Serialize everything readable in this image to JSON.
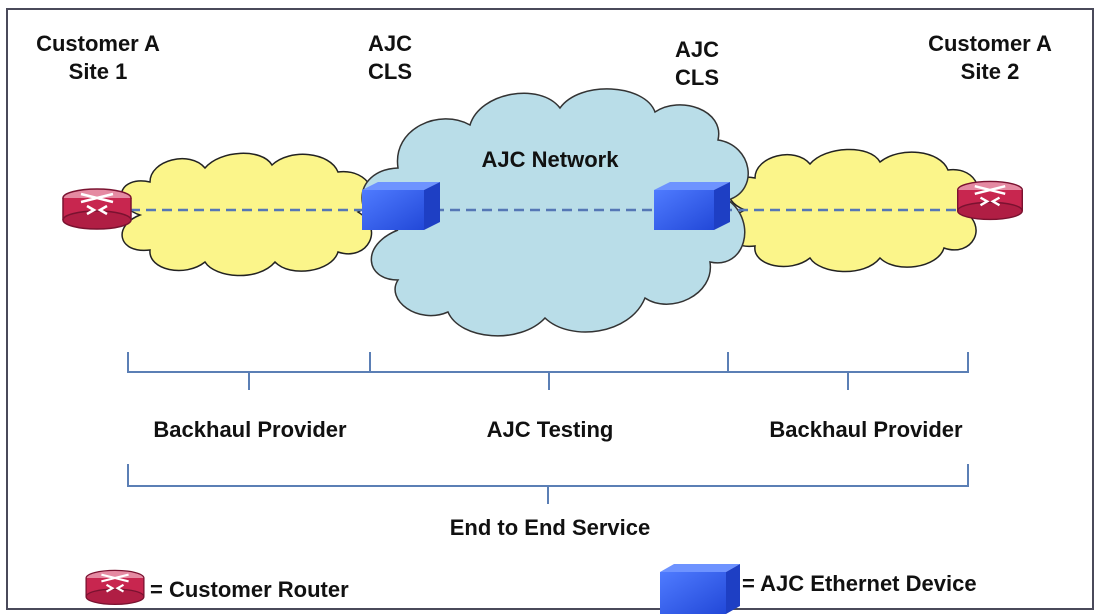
{
  "labels": {
    "site1_line1": "Customer A",
    "site1_line2": "Site 1",
    "site2_line1": "Customer A",
    "site2_line2": "Site 2",
    "cls_left_line1": "AJC",
    "cls_left_line2": "CLS",
    "cls_right_line1": "AJC",
    "cls_right_line2": "CLS",
    "network": "AJC Network",
    "backhaul_left": "Backhaul Provider",
    "testing": "AJC Testing",
    "backhaul_right": "Backhaul Provider",
    "end_to_end": "End to End Service"
  },
  "legend": {
    "router_text": "= Customer Router",
    "device_text": "= AJC Ethernet Device"
  },
  "colors": {
    "router": "#c8264f",
    "router_top": "#e0809a",
    "ethernet_device": "#2f5cf0",
    "network_cloud": "#b9dde8",
    "backhaul_cloud": "#fbf58a",
    "bracket": "#5b7fb5",
    "dashed_line": "#5577b5"
  },
  "icons": [
    "router-icon",
    "ethernet-device-icon",
    "cloud"
  ]
}
